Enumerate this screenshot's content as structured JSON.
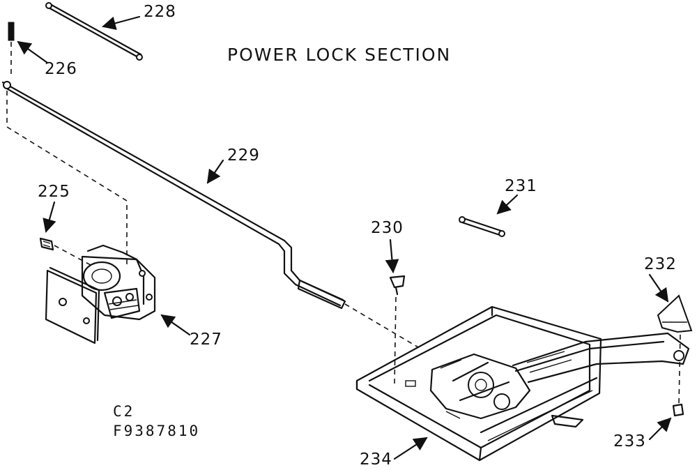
{
  "diagram": {
    "title": "POWER LOCK SECTION",
    "code_line1": "C2",
    "code_line2": "F9387810"
  },
  "parts": [
    {
      "id": "225"
    },
    {
      "id": "226"
    },
    {
      "id": "227"
    },
    {
      "id": "228"
    },
    {
      "id": "229"
    },
    {
      "id": "230"
    },
    {
      "id": "231"
    },
    {
      "id": "232"
    },
    {
      "id": "233"
    },
    {
      "id": "234"
    }
  ]
}
